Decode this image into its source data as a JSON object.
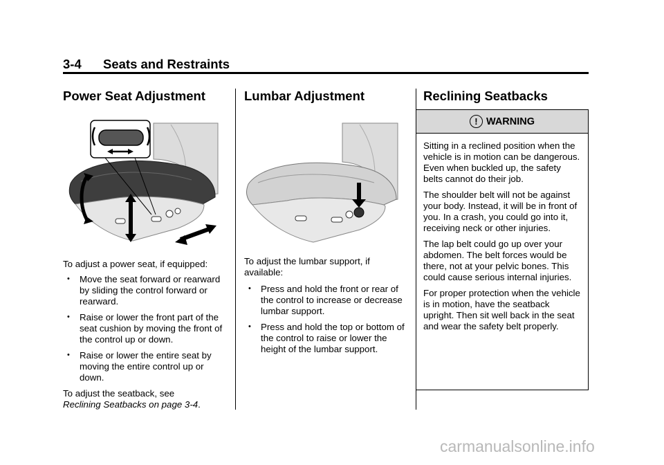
{
  "header": {
    "section_number": "3-4",
    "section_title": "Seats and Restraints"
  },
  "col1": {
    "heading": "Power Seat Adjustment",
    "intro": "To adjust a power seat, if equipped:",
    "bullets": [
      "Move the seat forward or rearward by sliding the control forward or rearward.",
      "Raise or lower the front part of the seat cushion by moving the front of the control up or down.",
      "Raise or lower the entire seat by moving the entire control up or down."
    ],
    "outro": "To adjust the seatback, see",
    "outro_ref": "Reclining Seatbacks on page 3-4",
    "outro_end": "."
  },
  "col2": {
    "heading": "Lumbar Adjustment",
    "intro": "To adjust the lumbar support, if available:",
    "bullets": [
      "Press and hold the front or rear of the control to increase or decrease lumbar support.",
      "Press and hold the top or bottom of the control to raise or lower the height of the lumbar support."
    ]
  },
  "col3": {
    "heading": "Reclining Seatbacks",
    "warning_label": "WARNING",
    "warning_paragraphs": [
      "Sitting in a reclined position when the vehicle is in motion can be dangerous. Even when buckled up, the safety belts cannot do their job.",
      "The shoulder belt will not be against your body. Instead, it will be in front of you. In a crash, you could go into it, receiving neck or other injuries.",
      "The lap belt could go up over your abdomen. The belt forces would be there, not at your pelvic bones. This could cause serious internal injuries.",
      "For proper protection when the vehicle is in motion, have the seatback upright. Then sit well back in the seat and wear the safety belt properly."
    ]
  },
  "bullet_glyph": "•",
  "warning_glyph": "!",
  "watermark": "carmanualsonline.info"
}
